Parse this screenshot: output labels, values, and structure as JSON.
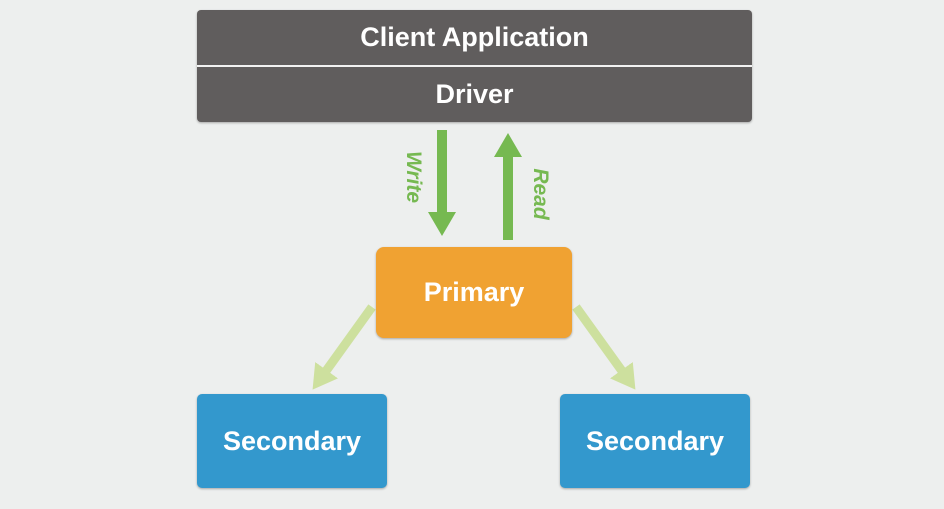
{
  "diagram": {
    "background_color": "#edefee",
    "client_box": {
      "title": "Client Application",
      "subtitle": "Driver",
      "color": "#605d5d",
      "text_color": "#ffffff"
    },
    "flows": {
      "write_label": "Write",
      "read_label": "Read",
      "arrow_color": "#76b951",
      "replication_arrow_color": "#cde09e"
    },
    "nodes": {
      "primary": {
        "label": "Primary",
        "color": "#f0a232"
      },
      "secondary_left": {
        "label": "Secondary",
        "color": "#3398cd"
      },
      "secondary_right": {
        "label": "Secondary",
        "color": "#3398cd"
      }
    }
  }
}
